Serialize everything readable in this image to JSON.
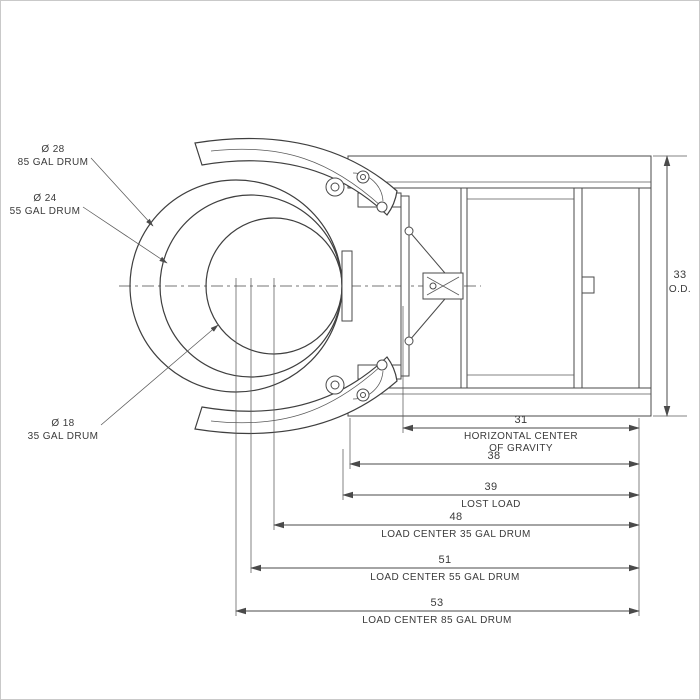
{
  "colors": {
    "line": "#4a4a4a",
    "text": "#3a3a3a",
    "background": "#ffffff"
  },
  "callouts": {
    "drum85": {
      "diameter": "Ø 28",
      "label": "85 GAL DRUM"
    },
    "drum55": {
      "diameter": "Ø 24",
      "label": "55 GAL DRUM"
    },
    "drum35": {
      "diameter": "Ø 18",
      "label": "35 GAL DRUM"
    }
  },
  "od": {
    "value": "33",
    "label": "O.D."
  },
  "dims": {
    "d31": {
      "value": "31",
      "line1": "HORIZONTAL CENTER",
      "line2": "OF GRAVITY"
    },
    "d38": {
      "value": "38"
    },
    "d39": {
      "value": "39",
      "line1": "LOST LOAD"
    },
    "d48": {
      "value": "48",
      "line1": "LOAD CENTER 35 GAL DRUM"
    },
    "d51": {
      "value": "51",
      "line1": "LOAD CENTER 55 GAL DRUM"
    },
    "d53": {
      "value": "53",
      "line1": "LOAD CENTER 85 GAL DRUM"
    }
  }
}
